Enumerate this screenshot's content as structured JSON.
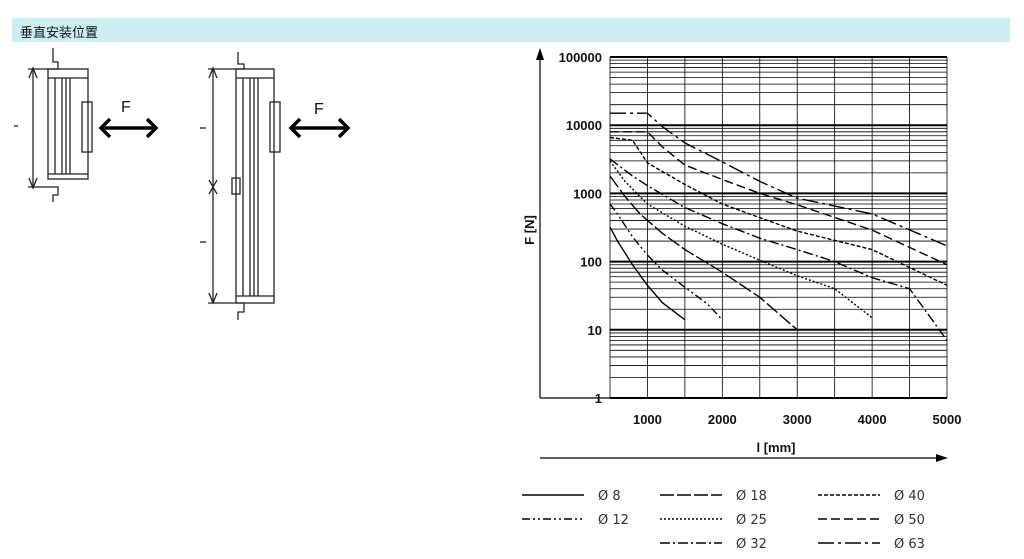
{
  "header": {
    "title": "垂直安装位置"
  },
  "diagram": {
    "force_label_left": "F",
    "force_label_right": "F"
  },
  "chart_data": {
    "type": "line",
    "xlabel": "l [mm]",
    "ylabel": "F [N]",
    "xlim": [
      500,
      5000
    ],
    "ylim": [
      1,
      100000
    ],
    "y_scale": "log",
    "x_ticks": [
      1000,
      2000,
      3000,
      4000,
      5000
    ],
    "x_tick_labels": [
      "1000",
      "2000",
      "3000",
      "4000",
      "5000"
    ],
    "y_ticks": [
      1,
      10,
      100,
      1000,
      10000,
      100000
    ],
    "y_tick_labels": [
      "1",
      "10",
      "100",
      "1000",
      "10000",
      "100000"
    ],
    "grid": true,
    "legend_placement": "bottom",
    "series": [
      {
        "name": "Ø 8",
        "dash": "solid",
        "x": [
          500,
          600,
          800,
          1000,
          1200,
          1500
        ],
        "y": [
          320,
          200,
          90,
          45,
          25,
          14
        ]
      },
      {
        "name": "Ø 12",
        "dash": "dash-dot-dot",
        "x": [
          500,
          600,
          800,
          1000,
          1200,
          1500,
          1800,
          2000
        ],
        "y": [
          700,
          500,
          230,
          125,
          75,
          42,
          24,
          14
        ]
      },
      {
        "name": "Ø 18",
        "dash": "long-dash",
        "x": [
          500,
          700,
          900,
          1200,
          1500,
          2000,
          2500,
          3000
        ],
        "y": [
          1800,
          900,
          500,
          260,
          150,
          70,
          30,
          10
        ]
      },
      {
        "name": "Ø 25",
        "dash": "dotted",
        "x": [
          500,
          700,
          1000,
          1500,
          2000,
          2500,
          3000,
          3500,
          4000
        ],
        "y": [
          3000,
          1500,
          700,
          330,
          180,
          105,
          62,
          40,
          15
        ]
      },
      {
        "name": "Ø 32",
        "dash": "dash-dot",
        "x": [
          500,
          800,
          1000,
          1500,
          2000,
          2500,
          3000,
          3500,
          4000,
          4500,
          5000
        ],
        "y": [
          3200,
          1800,
          1300,
          620,
          360,
          220,
          150,
          100,
          58,
          40,
          7
        ]
      },
      {
        "name": "Ø 40",
        "dash": "short-dash",
        "x": [
          500,
          800,
          1000,
          1500,
          2000,
          2500,
          3000,
          4000,
          5000
        ],
        "y": [
          6600,
          6000,
          2800,
          1350,
          700,
          440,
          280,
          150,
          45
        ]
      },
      {
        "name": "Ø 50",
        "dash": "dash",
        "x": [
          500,
          1000,
          1200,
          1500,
          2000,
          2500,
          3000,
          4000,
          5000
        ],
        "y": [
          8000,
          8000,
          4800,
          2600,
          1600,
          1000,
          680,
          290,
          90
        ]
      },
      {
        "name": "Ø 63",
        "dash": "long-dash-dot",
        "x": [
          500,
          1000,
          1200,
          1500,
          2000,
          2500,
          3000,
          4000,
          5000
        ],
        "y": [
          15000,
          15000,
          9500,
          5500,
          2900,
          1500,
          850,
          500,
          170
        ]
      }
    ]
  }
}
